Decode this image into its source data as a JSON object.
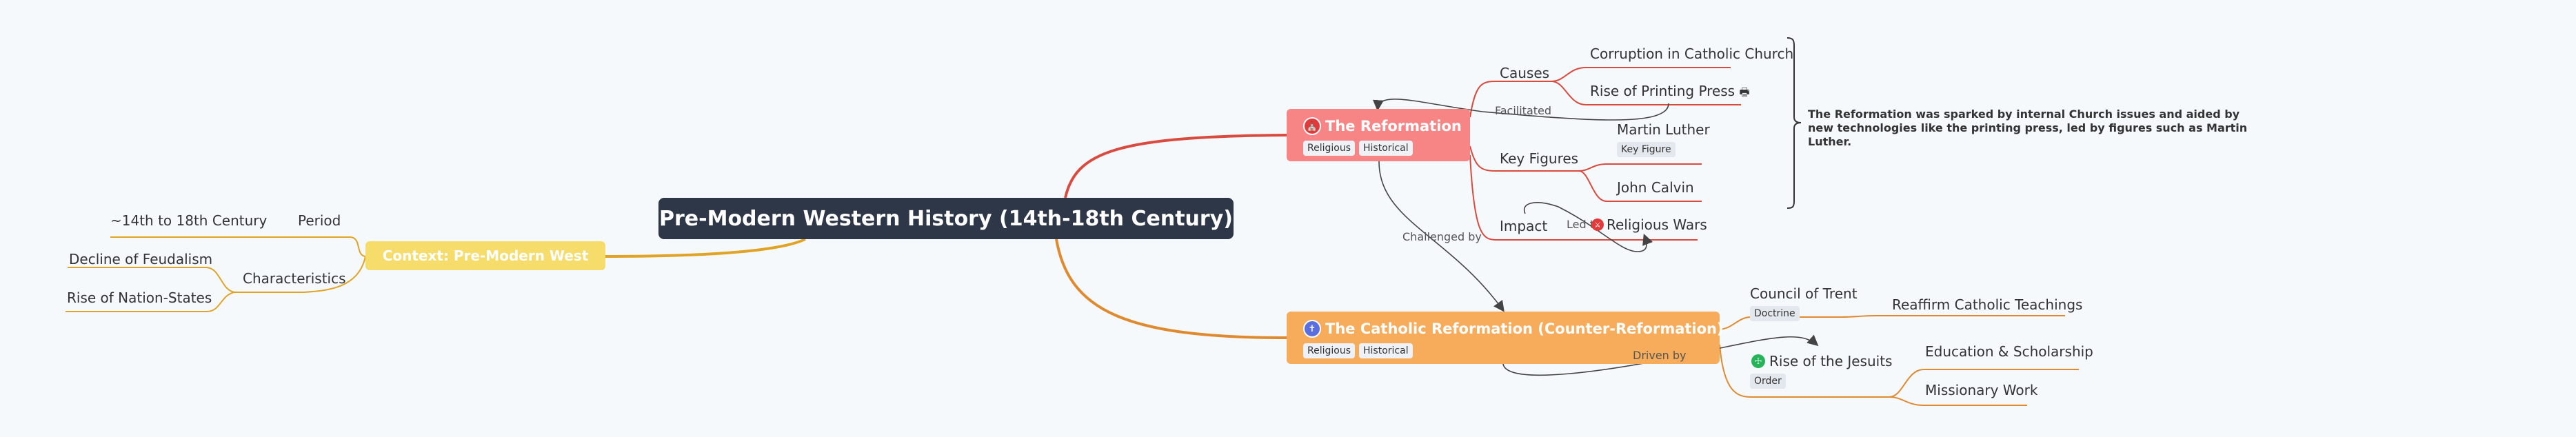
{
  "central": {
    "title": "Pre-Modern Western History (14th-18th Century)"
  },
  "context": {
    "title": "Context: Pre-Modern West",
    "period_label": "Period",
    "period_value": "~14th to 18th Century",
    "characteristics_label": "Characteristics",
    "characteristics": [
      "Decline of Feudalism",
      "Rise of Nation-States"
    ]
  },
  "reformation": {
    "title": "The Reformation",
    "tags": [
      "Religious",
      "Historical"
    ],
    "causes_label": "Causes",
    "causes": [
      "Corruption in Catholic Church",
      "Rise of Printing Press"
    ],
    "key_figures_label": "Key Figures",
    "key_figures": [
      "Martin Luther",
      "John Calvin"
    ],
    "key_figure_tag": "Key Figure",
    "impact_label": "Impact",
    "impact": "Religious Wars",
    "summary": "The Reformation was sparked by internal Church issues and aided by new technologies like the printing press, led by figures such as Martin Luther."
  },
  "catholic_reformation": {
    "title": "The Catholic Reformation (Counter-Reformation)",
    "tags": [
      "Religious",
      "Historical"
    ],
    "council_label": "Council of Trent",
    "council_tag": "Doctrine",
    "council_child": "Reaffirm Catholic Teachings",
    "jesuits_label": "Rise of the Jesuits",
    "jesuits_tag": "Order",
    "jesuits_children": [
      "Education & Scholarship",
      "Missionary Work"
    ]
  },
  "edges": {
    "facilitated": "Facilitated",
    "led_to": "Led to",
    "challenged_by": "Challenged by",
    "driven_by": "Driven by"
  },
  "colors": {
    "central": "#2d3748",
    "context": "#f6dc6a",
    "reformation": "#f88585",
    "catholic": "#f6ac5a",
    "red_branch": "#d94b3f",
    "orange_branch": "#e08a30",
    "gold_branch": "#e1a325"
  },
  "icons": [
    "printer-icon",
    "war-icon",
    "reformation-icon",
    "catholic-icon",
    "jesuit-icon"
  ]
}
